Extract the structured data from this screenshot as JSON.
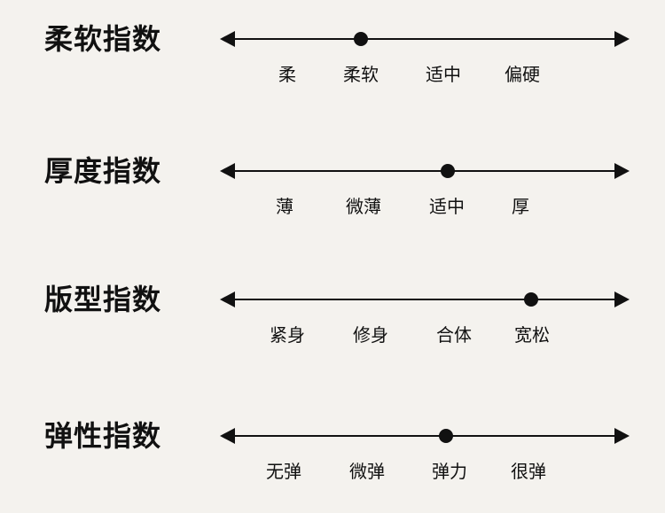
{
  "rows": [
    {
      "title": "柔软指数",
      "labels": [
        "柔",
        "柔软",
        "适中",
        "偏硬"
      ],
      "selected": "柔软"
    },
    {
      "title": "厚度指数",
      "labels": [
        "薄",
        "微薄",
        "适中",
        "厚"
      ],
      "selected": "适中"
    },
    {
      "title": "版型指数",
      "labels": [
        "紧身",
        "修身",
        "合体",
        "宽松"
      ],
      "selected": "宽松"
    },
    {
      "title": "弹性指数",
      "labels": [
        "无弹",
        "微弹",
        "弹力",
        "很弹"
      ],
      "selected": "弹力"
    }
  ],
  "colors": {
    "background": "#f4f2ee",
    "ink": "#111111"
  },
  "icons": {
    "left_end": "left-arrow-icon",
    "right_end": "right-arrow-icon",
    "marker": "dot-marker-icon"
  }
}
